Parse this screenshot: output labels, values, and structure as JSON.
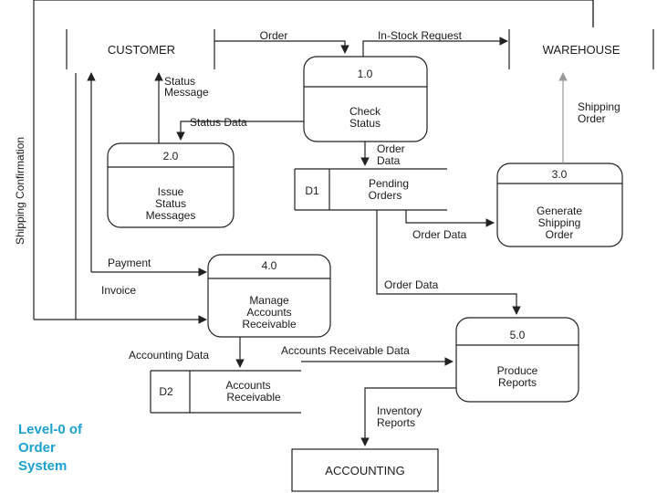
{
  "entities": {
    "customer": "CUSTOMER",
    "warehouse": "WAREHOUSE",
    "accounting": "ACCOUNTING"
  },
  "processes": [
    {
      "id": "1.0",
      "name": [
        "Check",
        "Status"
      ]
    },
    {
      "id": "2.0",
      "name": [
        "Issue",
        "Status",
        "Messages"
      ]
    },
    {
      "id": "3.0",
      "name": [
        "Generate",
        "Shipping",
        "Order"
      ]
    },
    {
      "id": "4.0",
      "name": [
        "Manage",
        "Accounts",
        "Receivable"
      ]
    },
    {
      "id": "5.0",
      "name": [
        "Produce",
        "Reports"
      ]
    }
  ],
  "stores": [
    {
      "id": "D1",
      "name": [
        "Pending",
        "Orders"
      ]
    },
    {
      "id": "D2",
      "name": [
        "Accounts",
        "Receivable"
      ]
    }
  ],
  "flows": {
    "order": "Order",
    "in_stock_request": "In-Stock Request",
    "status_message": [
      "Status",
      "Message"
    ],
    "status_data": "Status Data",
    "order_data_1": [
      "Order",
      "Data"
    ],
    "shipping_order": [
      "Shipping",
      "Order"
    ],
    "shipping_confirmation": "Shipping Confirmation",
    "order_data_2": "Order Data",
    "payment": "Payment",
    "invoice": "Invoice",
    "order_data_3": "Order Data",
    "accounting_data": "Accounting Data",
    "ar_data": "Accounts Receivable Data",
    "inventory_reports": [
      "Inventory",
      "Reports"
    ]
  },
  "title": [
    "Level-0 of",
    "Order",
    "System"
  ]
}
